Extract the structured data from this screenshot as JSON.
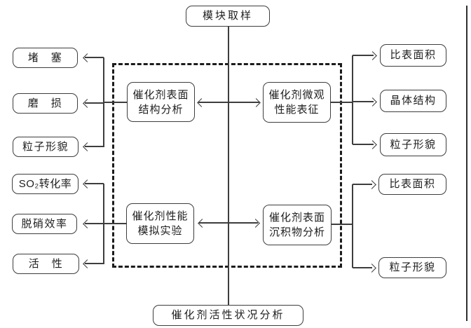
{
  "diagram": {
    "top_node": "模块取样",
    "bottom_node": "催化剂活性状况分析",
    "center_nodes": [
      {
        "line1": "催化剂表面",
        "line2": "结构分析"
      },
      {
        "line1": "催化剂微观",
        "line2": "性能表征"
      },
      {
        "line1": "催化剂性能",
        "line2": "模拟实验"
      },
      {
        "line1": "催化剂表面",
        "line2": "沉积物分析"
      }
    ],
    "left_nodes": [
      "堵　塞",
      "磨　损",
      "粒子形貌",
      "SO₂转化率",
      "脱硝效率",
      "活　性"
    ],
    "right_nodes": [
      "比表面积",
      "晶体结构",
      "粒子形貌",
      "比表面积",
      "粒子形貌"
    ],
    "edges": [
      {
        "from": "模块取样",
        "to": "催化剂活性状况分析",
        "type": "line"
      },
      {
        "from": "催化剂表面结构分析",
        "to": "催化剂微观性能表征",
        "type": "bidirectional-arrow"
      },
      {
        "from": "催化剂性能模拟实验",
        "to": "催化剂表面沉积物分析",
        "type": "bidirectional-arrow"
      },
      {
        "from": "催化剂表面结构分析",
        "to": "堵塞 / 磨损 / 粒子形貌",
        "type": "arrow"
      },
      {
        "from": "催化剂微观性能表征",
        "to": "比表面积 / 晶体结构 / 粒子形貌",
        "type": "arrow"
      },
      {
        "from": "催化剂性能模拟实验",
        "to": "SO₂转化率 / 脱硝效率 / 活性",
        "type": "arrow"
      },
      {
        "from": "催化剂表面沉积物分析",
        "to": "比表面积 / 粒子形貌",
        "type": "arrow"
      }
    ],
    "colors": {
      "line": "#3d3d3d",
      "dashed_frame": "#1c1c1c",
      "text": "#1e1e1e",
      "background": "#ffffff"
    }
  }
}
